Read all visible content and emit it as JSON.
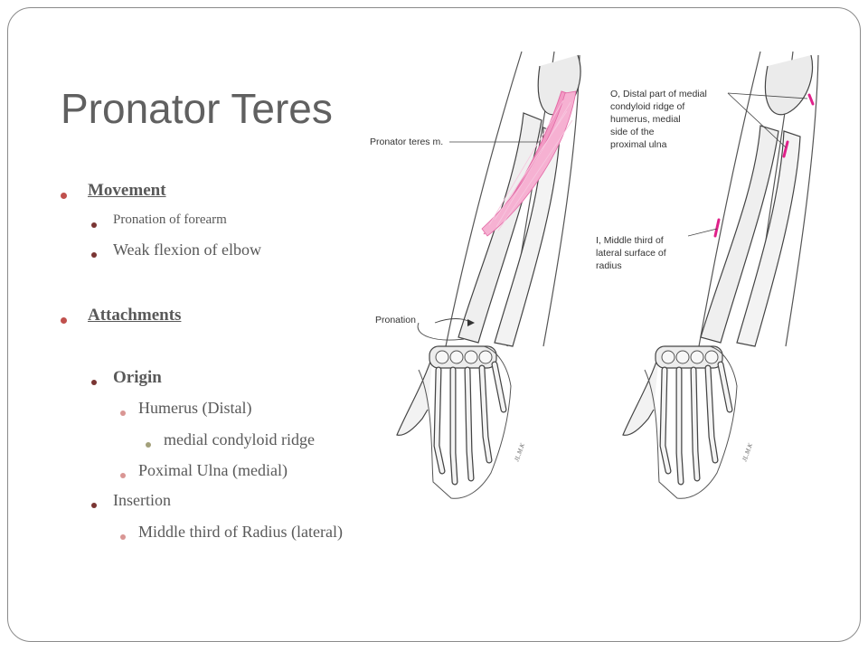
{
  "title": "Pronator Teres",
  "bullets": {
    "movement": "Movement",
    "pronation": "Pronation of forearm",
    "flexion": "Weak flexion of elbow",
    "attachments": "Attachments",
    "origin": "Origin",
    "humerus": "Humerus (Distal)",
    "ridge": "medial condyloid ridge",
    "ulna": "Poximal Ulna (medial)",
    "insertion": "Insertion",
    "radius": "Middle third of Radius (lateral)"
  },
  "figure": {
    "muscle_label": "Pronator teres m.",
    "pronation_label": "Pronation",
    "origin_label": [
      "O, Distal part of medial",
      "condyloid ridge of",
      "humerus, medial",
      "side of the",
      "proximal ulna"
    ],
    "insertion_label": [
      "I, Middle third of",
      "lateral surface of",
      "radius"
    ],
    "signature": "JL.M.K"
  },
  "colors": {
    "bullet_level1": "#c0504d",
    "bullet_level2": "#7a3533",
    "bullet_level3": "#d99694",
    "bullet_level4": "#a3a07a",
    "muscle": "#f29ac4",
    "attachment": "#e0218a"
  }
}
